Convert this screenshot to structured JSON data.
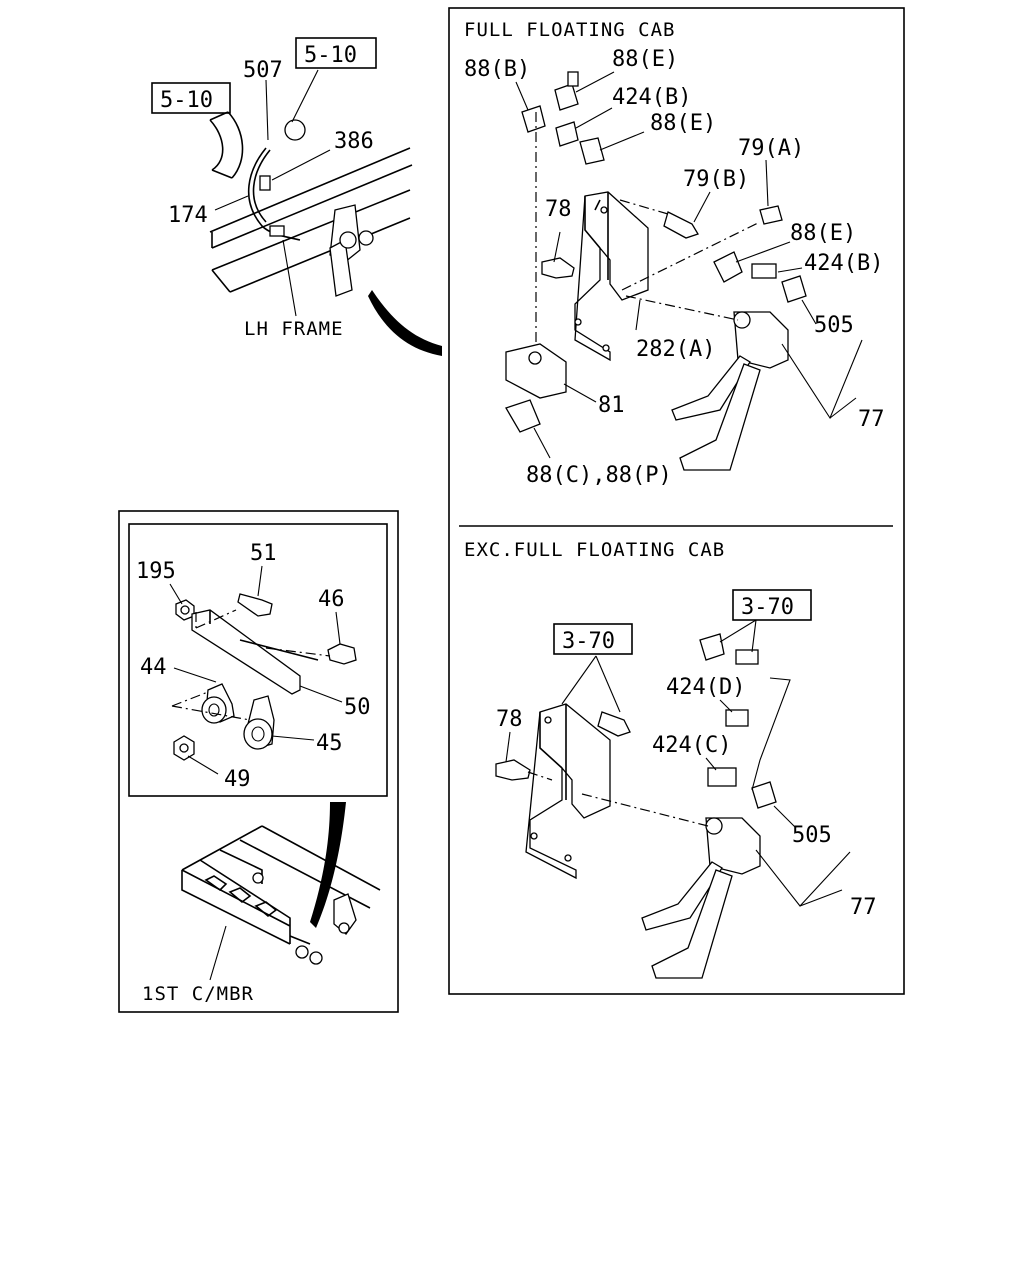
{
  "top_left": {
    "ref_a": "5-10",
    "ref_b": "5-10",
    "labels": {
      "l507": "507",
      "l386": "386",
      "l174": "174",
      "frame": "LH FRAME"
    }
  },
  "full_floating": {
    "title": "FULL FLOATING CAB",
    "labels": {
      "l88b": "88(B)",
      "l88e1": "88(E)",
      "l424b1": "424(B)",
      "l88e2": "88(E)",
      "l79a": "79(A)",
      "l79b": "79(B)",
      "l78": "78",
      "l88e3": "88(E)",
      "l424b2": "424(B)",
      "l505": "505",
      "l282a": "282(A)",
      "l81": "81",
      "l77": "77",
      "l88cp": "88(C),88(P)"
    }
  },
  "exc_full_floating": {
    "title": "EXC.FULL FLOATING CAB",
    "ref_a": "3-70",
    "ref_b": "3-70",
    "labels": {
      "l424d": "424(D)",
      "l424c": "424(C)",
      "l78": "78",
      "l505": "505",
      "l77": "77"
    }
  },
  "inset": {
    "labels": {
      "l195": "195",
      "l51": "51",
      "l46": "46",
      "l44": "44",
      "l50": "50",
      "l45": "45",
      "l49": "49",
      "member": "1ST C/MBR"
    }
  }
}
